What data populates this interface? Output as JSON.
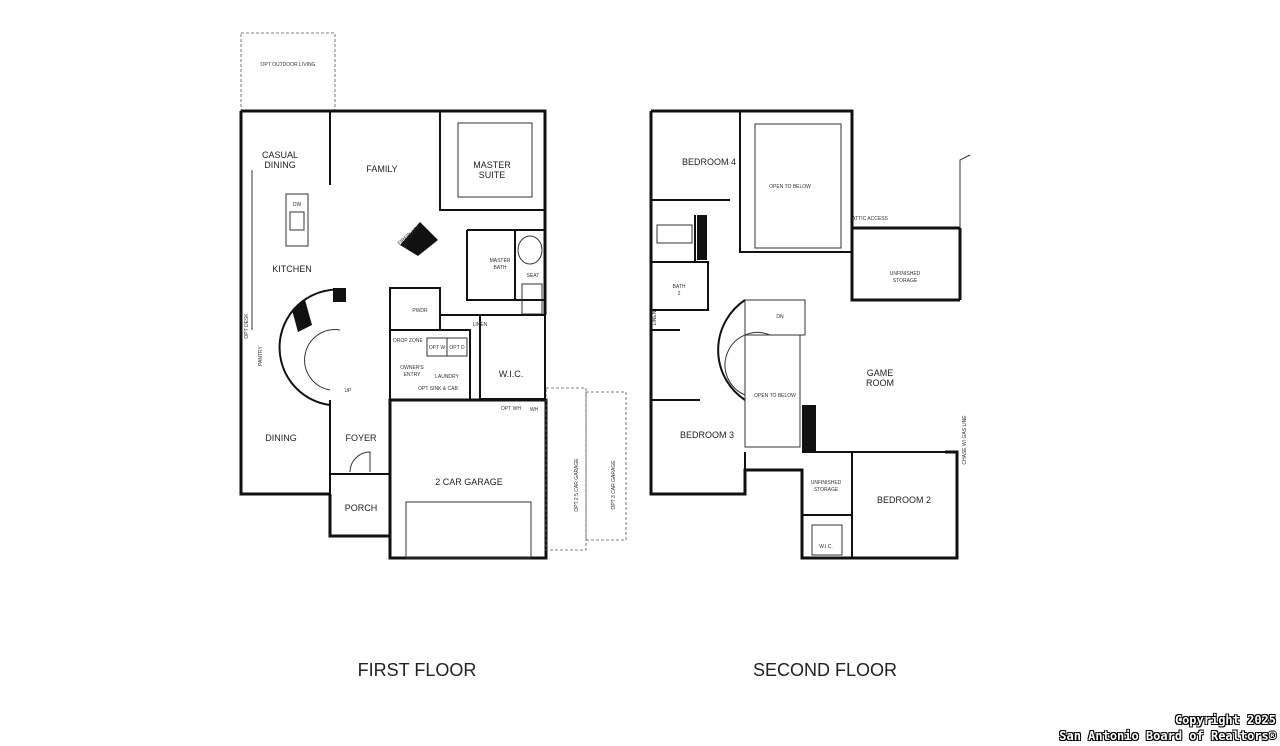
{
  "first_floor": {
    "title": "FIRST FLOOR",
    "rooms": {
      "outdoor": "OPT OUTDOOR LIVING",
      "casual_1": "CASUAL",
      "casual_2": "DINING",
      "family": "FAMILY",
      "master_1": "MASTER",
      "master_2": "SUITE",
      "fireplace": "FIREPLACE",
      "kitchen": "KITCHEN",
      "dw": "DW",
      "master_bath_1": "MASTER",
      "master_bath_2": "BATH",
      "seat": "SEAT",
      "pwdr": "PWDR",
      "linen": "LINEN",
      "opt_desk": "OPT DESK",
      "pantry": "PANTRY",
      "drop_zone": "DROP ZONE",
      "opt_w": "OPT W",
      "opt_d": "OPT D",
      "owners_1": "OWNER'S",
      "owners_2": "ENTRY",
      "laundry": "LAUNDRY",
      "opt_sink": "OPT SINK & CAB",
      "wic": "W.I.C.",
      "opt_wh": "OPT WH",
      "wh": "WH",
      "up": "UP",
      "dining": "DINING",
      "foyer": "FOYER",
      "garage": "2 CAR GARAGE",
      "porch": "PORCH",
      "opt_garage_25": "OPT 2.5 CAR GARAGE",
      "opt_garage_3": "OPT 3 CAR GARAGE"
    }
  },
  "second_floor": {
    "title": "SECOND FLOOR",
    "rooms": {
      "bedroom4": "BEDROOM 4",
      "open_below_1": "OPEN TO BELOW",
      "attic": "ATTIC ACCESS",
      "unfinished_storage_1": "UNFINISHED",
      "unfinished_storage_2": "STORAGE",
      "bath2_1": "BATH",
      "bath2_2": "2",
      "linen": "LINEN",
      "dn": "DN",
      "game_1": "GAME",
      "game_2": "ROOM",
      "open_below_2": "OPEN TO BELOW",
      "bedroom3": "BEDROOM 3",
      "unfinished_b_1": "UNFINISHED",
      "unfinished_b_2": "STORAGE",
      "bedroom2": "BEDROOM 2",
      "wic": "W.I.C.",
      "chase": "CHASE W/ GAS LINE"
    }
  },
  "copyright": {
    "line1": "Copyright 2025",
    "line2": "San Antonio Board of Realtors®"
  }
}
